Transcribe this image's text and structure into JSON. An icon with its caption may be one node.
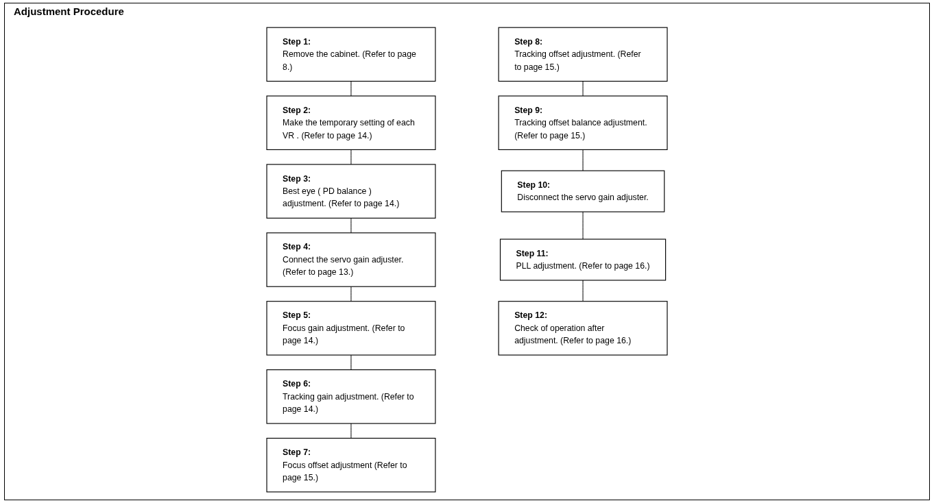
{
  "diagram": {
    "title": "Adjustment Procedure",
    "nodes": [
      {
        "text": [
          "Step 1:",
          "Remove the cabinet. (Refer to page 8.)"
        ]
      },
      {
        "text": [
          "Step 2:",
          "Make the temporary setting of each VR . (Refer to page 14.)"
        ]
      },
      {
        "text": [
          "Step 3:",
          "Best eye ( PD balance ) adjustment. (Refer to page 14.)"
        ]
      },
      {
        "text": [
          "Step 4:",
          "Connect the servo gain adjuster. (Refer to page 13.)"
        ]
      },
      {
        "text": [
          "Step 5:",
          "Focus gain adjustment. (Refer to page 14.)"
        ]
      },
      {
        "text": [
          "Step 6:",
          "Tracking gain adjustment. (Refer to page 14.)"
        ]
      },
      {
        "text": [
          "Step 7:",
          "Focus offset adjustment (Refer to page 15.)"
        ]
      },
      {
        "text": [
          "Step 8:",
          "Tracking offset adjustment. (Refer to page 15.)"
        ]
      },
      {
        "text": [
          "Step 9:",
          "Tracking offset balance adjustment.(Refer to page 15.)"
        ]
      },
      {
        "text": [
          "Step 10:",
          "Disconnect the servo gain adjuster."
        ]
      },
      {
        "text": [
          "Step 11:",
          "PLL adjustment. (Refer to page 16.)"
        ]
      },
      {
        "text": [
          "Step 12:",
          "Check of operation after adjustment. (Refer to page 16.)"
        ]
      }
    ],
    "edges": [
      {
        "from": 0,
        "to": 1,
        "arrow": "none"
      },
      {
        "from": 1,
        "to": 2,
        "arrow": "none"
      },
      {
        "from": 2,
        "to": 3,
        "arrow": "none"
      },
      {
        "from": 3,
        "to": 4,
        "arrow": "none"
      },
      {
        "from": 4,
        "to": 5,
        "arrow": "none"
      },
      {
        "from": 5,
        "to": 6,
        "arrow": "none"
      },
      {
        "from": 7,
        "to": 8,
        "arrow": "none"
      },
      {
        "from": 8,
        "to": 9,
        "arrow": "none"
      },
      {
        "from": 9,
        "to": 10,
        "arrow": "none"
      },
      {
        "from": 10,
        "to": 11,
        "arrow": "none"
      }
    ]
  }
}
